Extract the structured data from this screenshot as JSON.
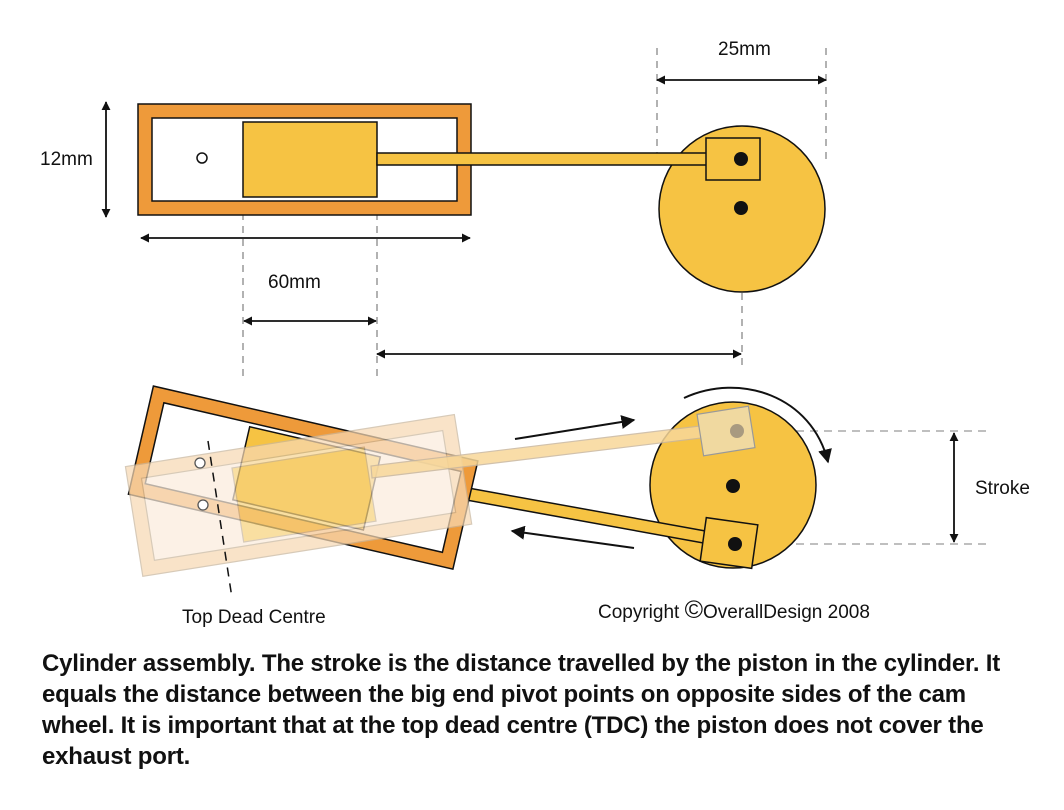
{
  "labels": {
    "wheel_width": "25mm",
    "cylinder_height": "12mm",
    "offset": "60mm",
    "stroke": "Stroke",
    "tdc": "Top Dead Centre",
    "copyright_prefix": "Copyright ",
    "copyright_symbol": "©",
    "copyright_suffix": "OverallDesign 2008"
  },
  "caption": "Cylinder assembly. The stroke is the distance travelled by the piston in the cylinder. It equals the distance between the big end pivot points on opposite sides of the cam wheel. It is important that at the top dead centre (TDC) the piston does not cover the exhaust port.",
  "colors": {
    "cylinder_orange": "#EE9A3A",
    "piston_yellow": "#F6C343",
    "wheel_yellow": "#F6C343",
    "ghost_peach": "#F7D9B4",
    "line_dark": "#111111",
    "dash_grey": "#9A9A9A"
  }
}
